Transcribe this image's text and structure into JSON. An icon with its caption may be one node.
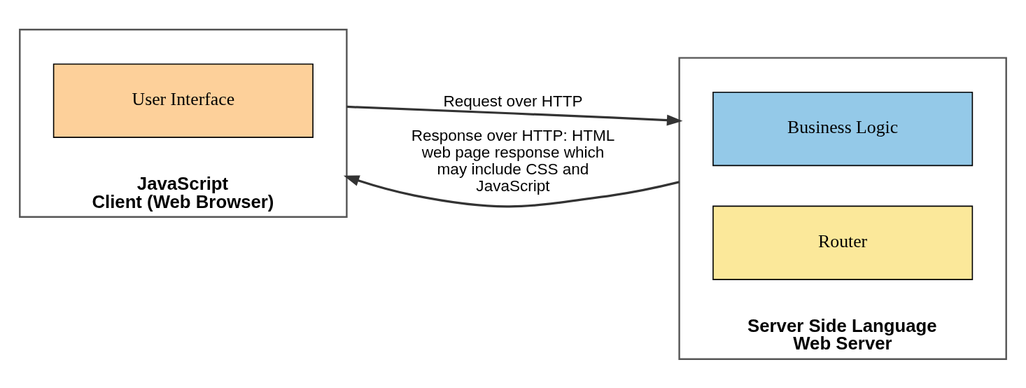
{
  "diagram": {
    "nodes": [
      {
        "text": [
          "JavaScript",
          "Client (Web Browser)"
        ]
      },
      {
        "text": [
          "User Interface"
        ],
        "in": 0
      },
      {
        "text": [
          "Server Side Language",
          "Web Server"
        ]
      },
      {
        "text": [
          "Business Logic"
        ],
        "in": 2
      },
      {
        "text": [
          "Router"
        ],
        "in": 2
      }
    ],
    "edges": [
      {
        "from": 0,
        "to": 2,
        "arrow": "to",
        "label": "Request over HTTP"
      },
      {
        "from": 2,
        "to": 0,
        "arrow": "to",
        "label": "Response over HTTP: HTML web page response which may include CSS and JavaScript"
      }
    ]
  }
}
